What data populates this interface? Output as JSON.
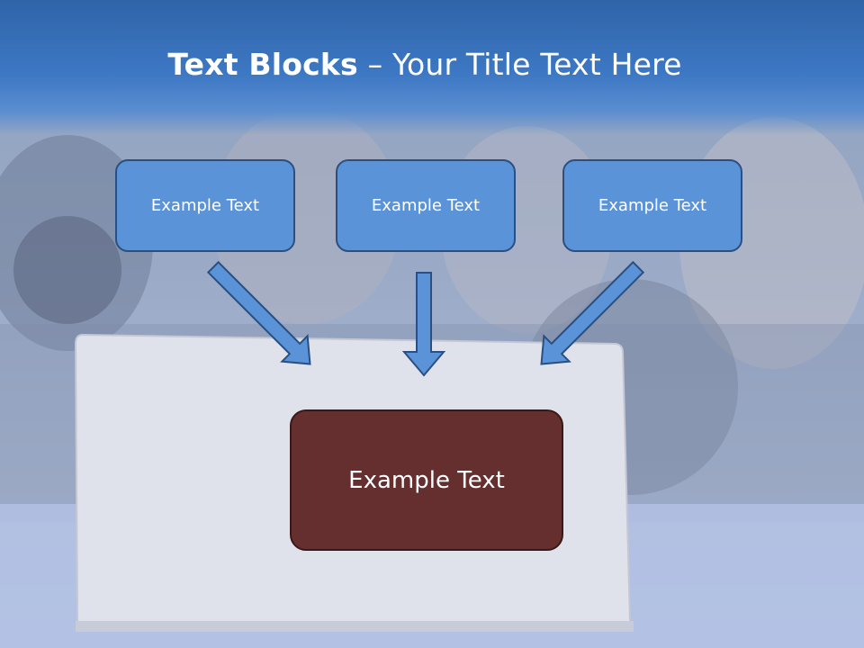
{
  "slide": {
    "title_bold": "Text Blocks",
    "title_dash": " – ",
    "title_rest": "Your Title Text Here"
  },
  "boxes": {
    "left": "Example Text",
    "middle": "Example Text",
    "right": "Example Text",
    "center": "Example Text"
  },
  "colors": {
    "header": "#3d78c4",
    "box_fill": "#5b93d8",
    "box_border": "#2a4f80",
    "center_fill": "#652f2f",
    "arrow_fill": "#5b93d8"
  }
}
